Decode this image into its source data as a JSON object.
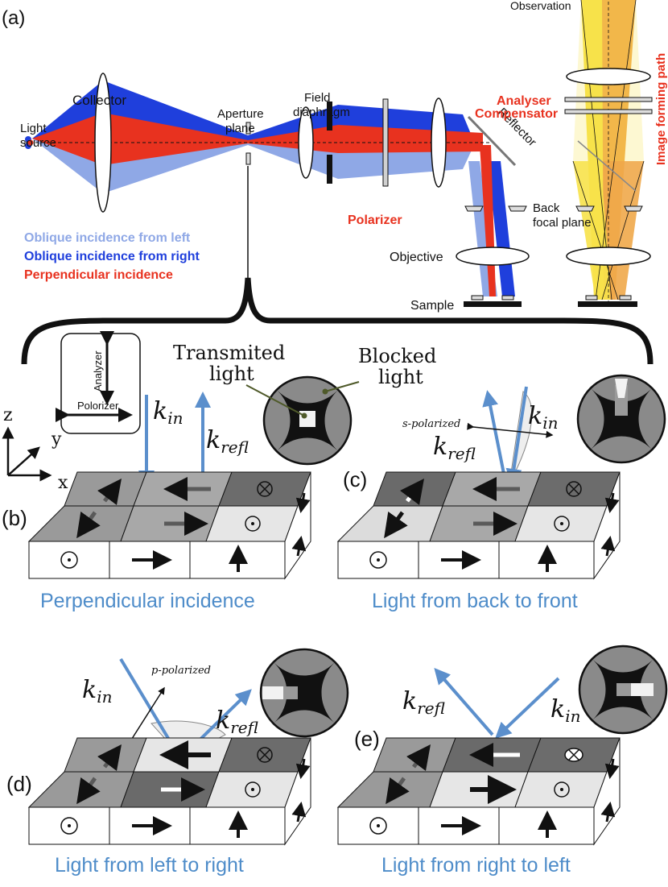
{
  "panel_a": {
    "label": "(a)",
    "observation": "Observation",
    "collector": "Collector",
    "light_source": [
      "Light",
      "source"
    ],
    "aperture_plane": [
      "Aperture",
      "plane"
    ],
    "field_diaphragm": [
      "Field",
      "diaphragm"
    ],
    "reflector": "Reflector",
    "analyser": "Analyser",
    "compensator": "Compensator",
    "image_forming_path": "Image forming path",
    "polarizer": "Polarizer",
    "back_focal_plane": [
      "Back",
      "focal plane"
    ],
    "objective": "Objective",
    "sample": "Sample",
    "legend": {
      "oblique_left": "Oblique incidence from left",
      "oblique_right": "Oblique incidence from right",
      "perpendicular": "Perpendicular incidence"
    }
  },
  "inset": {
    "analyzer": "Analyzer",
    "polarizer": "Polorizer",
    "transmitted": [
      "Transmited",
      "light"
    ],
    "blocked": [
      "Blocked",
      "light"
    ]
  },
  "axes": {
    "z": "z",
    "y": "y",
    "x": "x"
  },
  "vectors": {
    "k": "k",
    "in": "in",
    "refl": "refl"
  },
  "polarization": {
    "s": "s-polarized",
    "p": "p-polarized"
  },
  "panels": {
    "b": {
      "label": "(b)",
      "caption": "Perpendicular incidence"
    },
    "c": {
      "label": "(c)",
      "caption": "Light from back to front"
    },
    "d": {
      "label": "(d)",
      "caption": "Light from left to right"
    },
    "e": {
      "label": "(e)",
      "caption": "Light from right to left"
    }
  },
  "colors": {
    "oblique_left": "#8fa8e6",
    "oblique_right": "#1f3fdc",
    "perpendicular": "#e8321f",
    "caption": "#4e8cc9",
    "obs_yellow": "#f7e24a",
    "obs_orange": "#f0a94a"
  }
}
